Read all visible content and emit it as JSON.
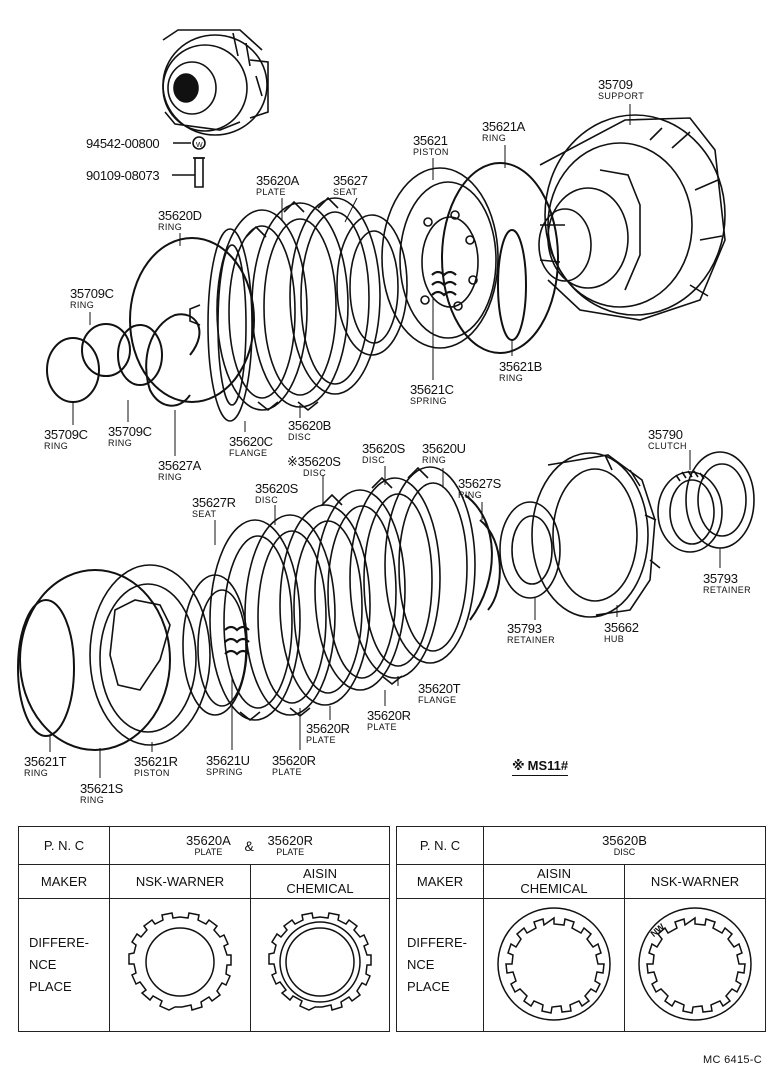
{
  "parts": [
    {
      "id": "p35709",
      "pn": "35709",
      "name": "SUPPORT"
    },
    {
      "id": "p35621A",
      "pn": "35621A",
      "name": "RING"
    },
    {
      "id": "p35621",
      "pn": "35621",
      "name": "PISTON"
    },
    {
      "id": "p94542",
      "pn": "94542-00800",
      "name": ""
    },
    {
      "id": "p90109",
      "pn": "90109-08073",
      "name": ""
    },
    {
      "id": "p35620A",
      "pn": "35620A",
      "name": "PLATE"
    },
    {
      "id": "p35627",
      "pn": "35627",
      "name": "SEAT"
    },
    {
      "id": "p35620D",
      "pn": "35620D",
      "name": "RING"
    },
    {
      "id": "p35709C_top",
      "pn": "35709C",
      "name": "RING"
    },
    {
      "id": "p35621C",
      "pn": "35621C",
      "name": "SPRING"
    },
    {
      "id": "p35621B",
      "pn": "35621B",
      "name": "RING"
    },
    {
      "id": "p35709C_l",
      "pn": "35709C",
      "name": "RING"
    },
    {
      "id": "p35709C_m",
      "pn": "35709C",
      "name": "RING"
    },
    {
      "id": "p35620C",
      "pn": "35620C",
      "name": "FLANGE"
    },
    {
      "id": "p35620B",
      "pn": "35620B",
      "name": "DISC"
    },
    {
      "id": "p35627A",
      "pn": "35627A",
      "name": "RING"
    },
    {
      "id": "p35620S_star",
      "pn": "※35620S",
      "name": "DISC"
    },
    {
      "id": "p35620S_b",
      "pn": "35620S",
      "name": "DISC"
    },
    {
      "id": "p35620U",
      "pn": "35620U",
      "name": "RING"
    },
    {
      "id": "p35790",
      "pn": "35790",
      "name": "CLUTCH"
    },
    {
      "id": "p35627S",
      "pn": "35627S",
      "name": "RING"
    },
    {
      "id": "p35627R",
      "pn": "35627R",
      "name": "SEAT"
    },
    {
      "id": "p35620S_c",
      "pn": "35620S",
      "name": "DISC"
    },
    {
      "id": "p35793_r",
      "pn": "35793",
      "name": "RETAINER"
    },
    {
      "id": "p35793_l",
      "pn": "35793",
      "name": "RETAINER"
    },
    {
      "id": "p35662",
      "pn": "35662",
      "name": "HUB"
    },
    {
      "id": "p35620T",
      "pn": "35620T",
      "name": "FLANGE"
    },
    {
      "id": "p35620R_a",
      "pn": "35620R",
      "name": "PLATE"
    },
    {
      "id": "p35620R_b",
      "pn": "35620R",
      "name": "PLATE"
    },
    {
      "id": "p35621T",
      "pn": "35621T",
      "name": "RING"
    },
    {
      "id": "p35621R",
      "pn": "35621R",
      "name": "PISTON"
    },
    {
      "id": "p35621U",
      "pn": "35621U",
      "name": "SPRING"
    },
    {
      "id": "p35620R_c",
      "pn": "35620R",
      "name": "PLATE"
    },
    {
      "id": "p35621S",
      "pn": "35621S",
      "name": "RING"
    }
  ],
  "note": {
    "star": "※",
    "text": "MS11#"
  },
  "table_left": {
    "pnc_label": "P. N. C",
    "pnc_a": "35620A",
    "pnc_a_name": "PLATE",
    "amp": "&",
    "pnc_b": "35620R",
    "pnc_b_name": "PLATE",
    "maker_label": "MAKER",
    "maker_1": "NSK-WARNER",
    "maker_2_line1": "AISIN",
    "maker_2_line2": "CHEMICAL",
    "diff_line1": "DIFFERE-",
    "diff_line2": "NCE",
    "diff_line3": "PLACE"
  },
  "table_right": {
    "pnc_label": "P. N. C",
    "pnc": "35620B",
    "pnc_name": "DISC",
    "maker_label": "MAKER",
    "maker_1_line1": "AISIN",
    "maker_1_line2": "CHEMICAL",
    "maker_2": "NSK-WARNER",
    "diff_line1": "DIFFERE-",
    "diff_line2": "NCE",
    "diff_line3": "PLACE",
    "disc_mark": "NW"
  },
  "footer": "MC 6415-C"
}
